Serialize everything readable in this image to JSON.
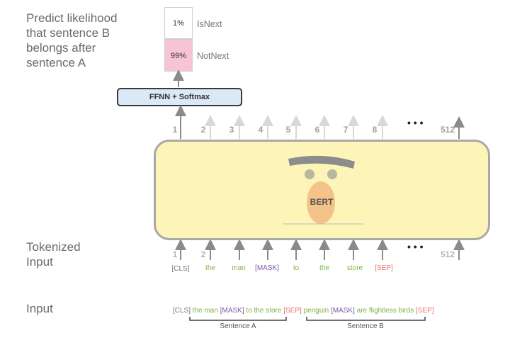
{
  "left_labels": {
    "predict": [
      "Predict likelihood",
      "that sentence B",
      "belongs after",
      "sentence A"
    ],
    "tokenized": [
      "Tokenized",
      "Input"
    ],
    "input": "Input"
  },
  "output": {
    "isnext_pct": "1%",
    "isnext_label": "IsNext",
    "notnext_pct": "99%",
    "notnext_label": "NotNext",
    "notnext_color": "#f7c4d6"
  },
  "ffnn_label": "FFNN + Softmax",
  "bert_label": "BERT",
  "bert_box_color": "#fdf4b8",
  "top_positions": [
    "1",
    "2",
    "3",
    "4",
    "5",
    "6",
    "7",
    "8",
    "512"
  ],
  "bottom_positions": [
    "1",
    "2",
    "512"
  ],
  "ellipsis": "• • •",
  "tokens": [
    {
      "text": "[CLS]",
      "color": "cls"
    },
    {
      "text": "the",
      "color": "green"
    },
    {
      "text": "man",
      "color": "green"
    },
    {
      "text": "[MASK]",
      "color": "purple"
    },
    {
      "text": "to",
      "color": "green"
    },
    {
      "text": "the",
      "color": "green"
    },
    {
      "text": "store",
      "color": "green"
    },
    {
      "text": "[SEP]",
      "color": "red"
    }
  ],
  "input_sentence": [
    {
      "text": "[CLS]",
      "color": "cls"
    },
    {
      "text": " the man ",
      "color": "green"
    },
    {
      "text": "[MASK]",
      "color": "purple"
    },
    {
      "text": " to the store ",
      "color": "green"
    },
    {
      "text": "[SEP]",
      "color": "red"
    },
    {
      "text": " penguin ",
      "color": "green"
    },
    {
      "text": "[MASK]",
      "color": "purple"
    },
    {
      "text": " are flightless birds ",
      "color": "green"
    },
    {
      "text": "[SEP]",
      "color": "red"
    }
  ],
  "sentence_a_label": "Sentence A",
  "sentence_b_label": "Sentence B"
}
